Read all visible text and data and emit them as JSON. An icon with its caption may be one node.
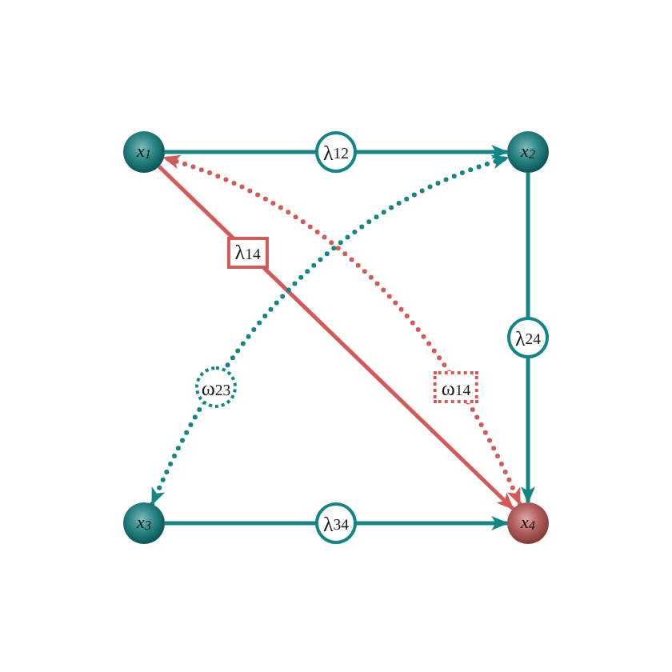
{
  "diagram": {
    "nodes": [
      {
        "text": [
          "x$_{1}$"
        ]
      },
      {
        "text": [
          "x$_{2}$"
        ]
      },
      {
        "text": [
          "x$_{3}$"
        ]
      },
      {
        "text": [
          "x$_{4}$"
        ]
      }
    ],
    "edges": [
      {
        "from": 0,
        "to": 1,
        "arrow": "to",
        "label": "λ$_{12}$"
      },
      {
        "from": 0,
        "to": 3,
        "arrow": "to",
        "label": "λ$_{14}$",
        "color": "#d35a58"
      },
      {
        "from": 3,
        "to": 0,
        "arrow": "both",
        "label": "ω$_{14}$",
        "style": "dashed",
        "color": "#d35a58"
      },
      {
        "from": 2,
        "to": 1,
        "arrow": "both",
        "label": "ω$_{23}$",
        "style": "dashed"
      },
      {
        "from": 1,
        "to": 3,
        "arrow": "to",
        "label": "λ$_{24}$"
      },
      {
        "from": 2,
        "to": 3,
        "arrow": "to",
        "label": "λ$_{34}$"
      }
    ]
  }
}
